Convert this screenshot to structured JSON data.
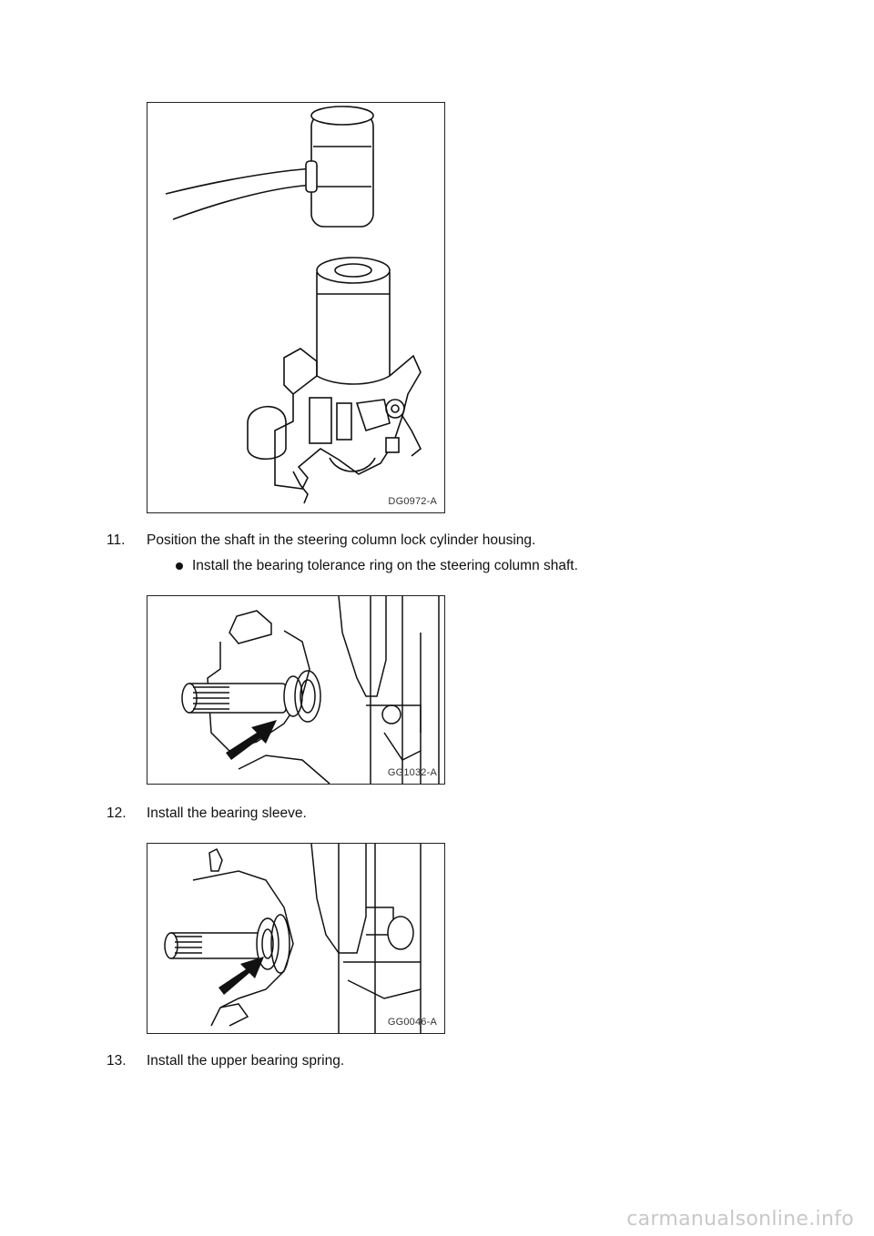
{
  "figures": [
    {
      "code": "DG0972-A"
    },
    {
      "code": "GG1032-A"
    },
    {
      "code": "GG0046-A"
    }
  ],
  "steps": [
    {
      "number": "11.",
      "text": "Position the shaft in the steering column lock cylinder housing.",
      "bullets": [
        "Install the bearing tolerance ring on the steering column shaft."
      ]
    },
    {
      "number": "12.",
      "text": "Install the bearing sleeve."
    },
    {
      "number": "13.",
      "text": "Install the upper bearing spring."
    }
  ],
  "watermark": "carmanualsonline.info"
}
